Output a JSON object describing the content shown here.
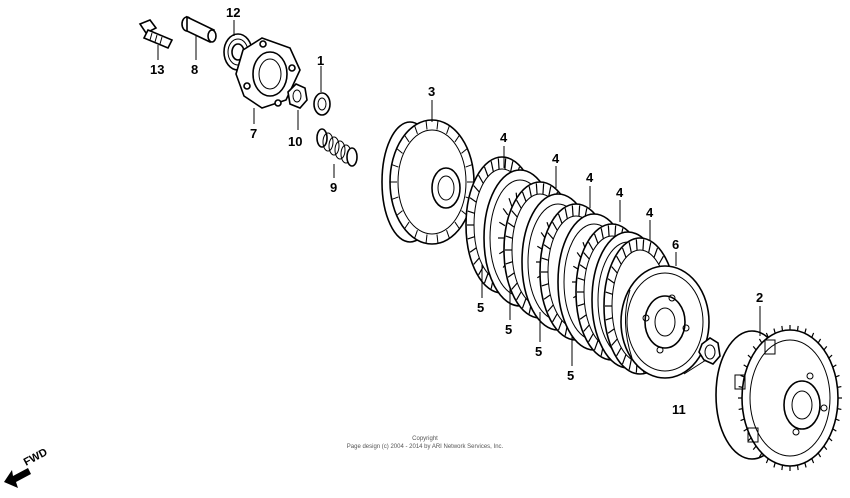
{
  "diagram": {
    "parts": [
      {
        "id": "p1",
        "label": "1"
      },
      {
        "id": "p2",
        "label": "2"
      },
      {
        "id": "p3",
        "label": "3"
      },
      {
        "id": "p4a",
        "label": "4"
      },
      {
        "id": "p4b",
        "label": "4"
      },
      {
        "id": "p4c",
        "label": "4"
      },
      {
        "id": "p4d",
        "label": "4"
      },
      {
        "id": "p4e",
        "label": "4"
      },
      {
        "id": "p5a",
        "label": "5"
      },
      {
        "id": "p5b",
        "label": "5"
      },
      {
        "id": "p5c",
        "label": "5"
      },
      {
        "id": "p5d",
        "label": "5"
      },
      {
        "id": "p6",
        "label": "6"
      },
      {
        "id": "p7",
        "label": "7"
      },
      {
        "id": "p8",
        "label": "8"
      },
      {
        "id": "p9",
        "label": "9"
      },
      {
        "id": "p10",
        "label": "10"
      },
      {
        "id": "p11",
        "label": "11"
      },
      {
        "id": "p12",
        "label": "12"
      },
      {
        "id": "p13",
        "label": "13"
      }
    ],
    "fwd_label": "FWD",
    "copyright_line1": "Copyright",
    "copyright_line2": "Page design (c) 2004 - 2014 by ARI Network Services, Inc."
  }
}
